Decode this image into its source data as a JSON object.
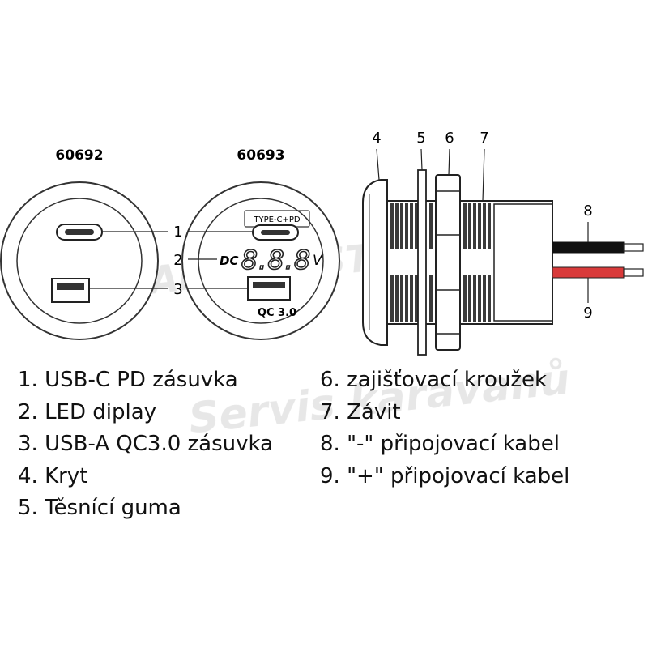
{
  "models": {
    "left": "60692",
    "right": "60693"
  },
  "callouts": [
    "1",
    "2",
    "3",
    "4",
    "5",
    "6",
    "7",
    "8",
    "9"
  ],
  "device_labels": {
    "type_c": "TYPE-C+PD",
    "dc": "DC",
    "display_digits": "8.8.8",
    "volt": "V",
    "qc": "QC 3.0"
  },
  "watermark": {
    "line1": "KARAVANSTORE.CZ",
    "line2": "Servis karavanů"
  },
  "legend": {
    "left": [
      "1. USB-C PD zásuvka",
      "2. LED diplay",
      "3. USB-A QC3.0 zásuvka",
      "4. Kryt",
      "5. Těsnící guma"
    ],
    "right": [
      "6. zajišťovací kroužek",
      "7. Závit",
      "8. \"-\" připojovací kabel",
      "9. \"+\" připojovací kabel"
    ]
  },
  "colors": {
    "cable_negative": "#111111",
    "cable_positive": "#d93a3a",
    "line": "#222222"
  }
}
